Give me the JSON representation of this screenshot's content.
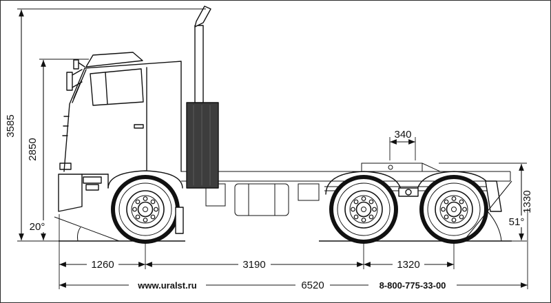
{
  "colors": {
    "ink": "#111111",
    "background": "#ffffff",
    "panel_dark": "#3d3d3d"
  },
  "diagram": {
    "dimensions": {
      "overall_height": "3585",
      "cab_height": "2850",
      "fifth_wheel_offset": "340",
      "fifth_wheel_height": "1330",
      "front_overhang": "1260",
      "wheelbase": "3190",
      "rear_bogie_spacing": "1320",
      "overall_length": "6520",
      "approach_angle": "20°",
      "departure_angle": "51°"
    },
    "footer": {
      "website": "www.uralst.ru",
      "phone": "8-800-775-33-00"
    }
  }
}
